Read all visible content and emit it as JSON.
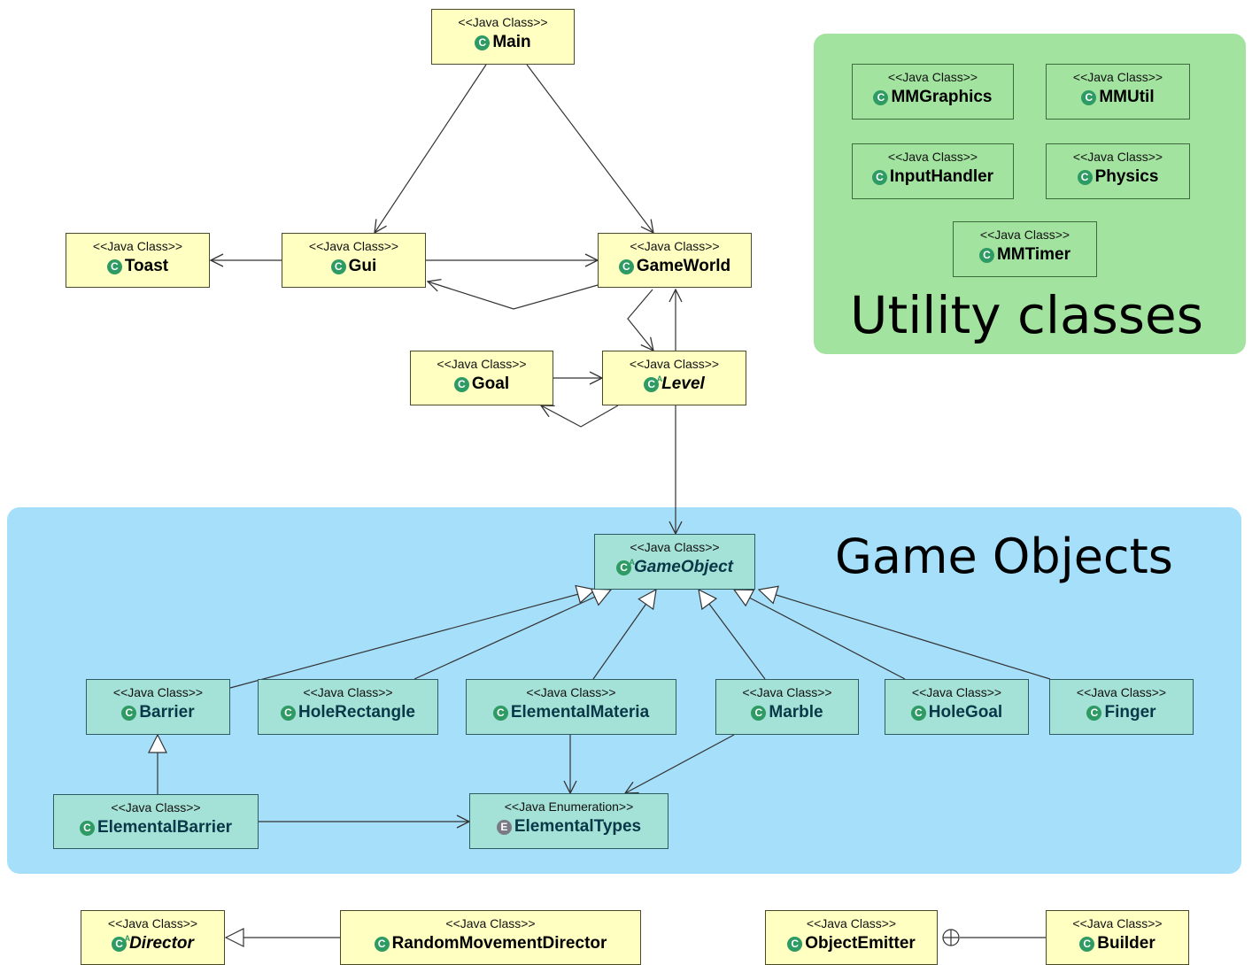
{
  "regions": {
    "utility": {
      "title": "Utility classes",
      "color": "#a3e3a0"
    },
    "game_objects": {
      "title": "Game Objects",
      "color": "#a6dffa"
    }
  },
  "stereotypes": {
    "java_class": "<<Java Class>>",
    "java_enum": "<<Java Enumeration>>"
  },
  "icons": {
    "class": "C",
    "enum": "E",
    "abstract_mark": "A"
  },
  "classes": {
    "main": "Main",
    "toast": "Toast",
    "gui": "Gui",
    "gameworld": "GameWorld",
    "goal": "Goal",
    "level": "Level",
    "mmgraphics": "MMGraphics",
    "mmutil": "MMUtil",
    "inputhandler": "InputHandler",
    "physics": "Physics",
    "mmtimer": "MMTimer",
    "gameobject": "GameObject",
    "barrier": "Barrier",
    "holerectangle": "HoleRectangle",
    "elementalmateria": "ElementalMateria",
    "marble": "Marble",
    "holegoal": "HoleGoal",
    "finger": "Finger",
    "elementalbarrier": "ElementalBarrier",
    "elementaltypes": "ElementalTypes",
    "director": "Director",
    "randommovementdirector": "RandomMovementDirector",
    "objectemitter": "ObjectEmitter",
    "builder": "Builder"
  },
  "colors": {
    "class_fill": "#ffffc2",
    "utility_fill": "#a3e3a0",
    "game_object_fill": "#a4e1d6",
    "class_icon": "#2e9a64",
    "enum_icon": "#7a7a86"
  }
}
